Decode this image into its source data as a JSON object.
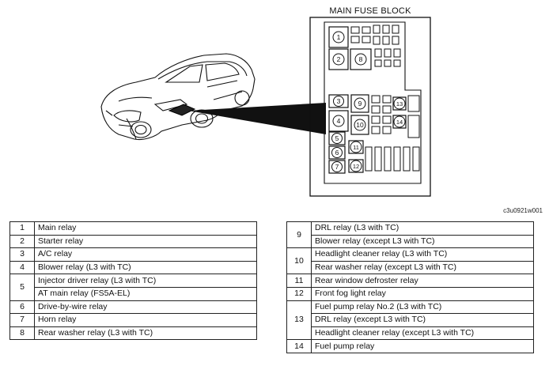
{
  "title": "MAIN FUSE BLOCK",
  "figure_ref": "c3u0921w001",
  "left_table": [
    {
      "no": "1",
      "lines": [
        "Main relay"
      ]
    },
    {
      "no": "2",
      "lines": [
        "Starter relay"
      ]
    },
    {
      "no": "3",
      "lines": [
        "A/C relay"
      ]
    },
    {
      "no": "4",
      "lines": [
        "Blower relay (L3 with TC)"
      ]
    },
    {
      "no": "5",
      "lines": [
        "Injector driver relay (L3 with TC)",
        "AT main relay (FS5A-EL)"
      ]
    },
    {
      "no": "6",
      "lines": [
        "Drive-by-wire relay"
      ]
    },
    {
      "no": "7",
      "lines": [
        "Horn relay"
      ]
    },
    {
      "no": "8",
      "lines": [
        "Rear washer relay (L3 with TC)"
      ]
    }
  ],
  "right_table": [
    {
      "no": "9",
      "lines": [
        "DRL relay (L3 with TC)",
        "Blower relay (except L3 with TC)"
      ]
    },
    {
      "no": "10",
      "lines": [
        "Headlight cleaner relay (L3 with TC)",
        "Rear washer relay (except L3 with TC)"
      ]
    },
    {
      "no": "11",
      "lines": [
        "Rear window defroster relay"
      ]
    },
    {
      "no": "12",
      "lines": [
        "Front fog light relay"
      ]
    },
    {
      "no": "13",
      "lines": [
        "Fuel pump relay No.2 (L3 with TC)",
        "DRL relay (except L3 with TC)",
        "Headlight cleaner relay (except L3 with TC)"
      ]
    },
    {
      "no": "14",
      "lines": [
        "Fuel pump relay"
      ]
    }
  ],
  "callouts": {
    "c1": "1",
    "c2": "2",
    "c3": "3",
    "c4": "4",
    "c5": "5",
    "c6": "6",
    "c7": "7",
    "c8": "8",
    "c9": "9",
    "c10": "10",
    "c11": "11",
    "c12": "12",
    "c13": "13",
    "c14": "14"
  }
}
